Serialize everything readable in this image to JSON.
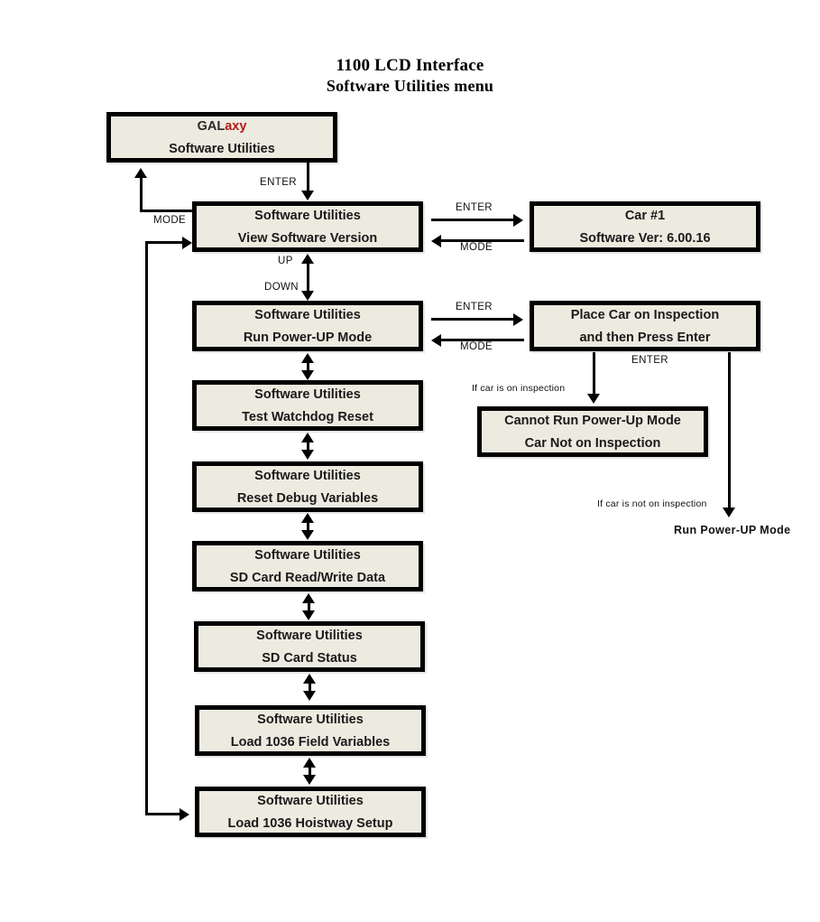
{
  "title": {
    "line1": "1100 LCD Interface",
    "line2": "Software Utilities menu"
  },
  "boxes": {
    "galaxy": {
      "brand_prefix": "GAL",
      "brand_suffix": "axy",
      "line2": "Software Utilities"
    },
    "view_software_version": {
      "line1": "Software Utilities",
      "line2": "View Software Version"
    },
    "car_software_ver": {
      "line1": "Car #1",
      "line2": "Software Ver:   6.00.16"
    },
    "run_power_up_mode": {
      "line1": "Software Utilities",
      "line2": "Run Power-UP Mode"
    },
    "place_car_on_inspection": {
      "line1": "Place Car on Inspection",
      "line2": "and then Press Enter"
    },
    "cannot_run_power_up": {
      "line1": "Cannot Run Power-Up Mode",
      "line2": "Car Not on Inspection"
    },
    "test_watchdog_reset": {
      "line1": "Software Utilities",
      "line2": "Test Watchdog Reset"
    },
    "reset_debug_variables": {
      "line1": "Software Utilities",
      "line2": "Reset Debug Variables"
    },
    "sd_card_read_write": {
      "line1": "Software Utilities",
      "line2": "SD Card Read/Write Data"
    },
    "sd_card_status": {
      "line1": "Software Utilities",
      "line2": "SD Card Status"
    },
    "load_1036_field_variables": {
      "line1": "Software Utilities",
      "line2": "Load 1036 Field Variables"
    },
    "load_1036_hoistway_setup": {
      "line1": "Software Utilities",
      "line2": "Load 1036 Hoistway Setup"
    }
  },
  "labels": {
    "enter_from_galaxy": "ENTER",
    "mode_to_galaxy": "MODE",
    "up": "UP",
    "down": "DOWN",
    "enter_to_car_version": "ENTER",
    "mode_from_car_version": "MODE",
    "enter_to_place_car": "ENTER",
    "mode_from_place_car": "MODE",
    "enter_after_place_car": "ENTER",
    "if_car_is_on_inspection": "If car is on inspection",
    "if_car_is_not_on_inspection": "If car is not on inspection",
    "run_power_up_mode_outcome": "Run Power-UP Mode"
  },
  "colors": {
    "lcd_fill": "#edeae0",
    "lcd_border": "#000000",
    "brand_red": "#b41a1a",
    "page_background": "#ffffff",
    "text": "#1a1a1a"
  }
}
